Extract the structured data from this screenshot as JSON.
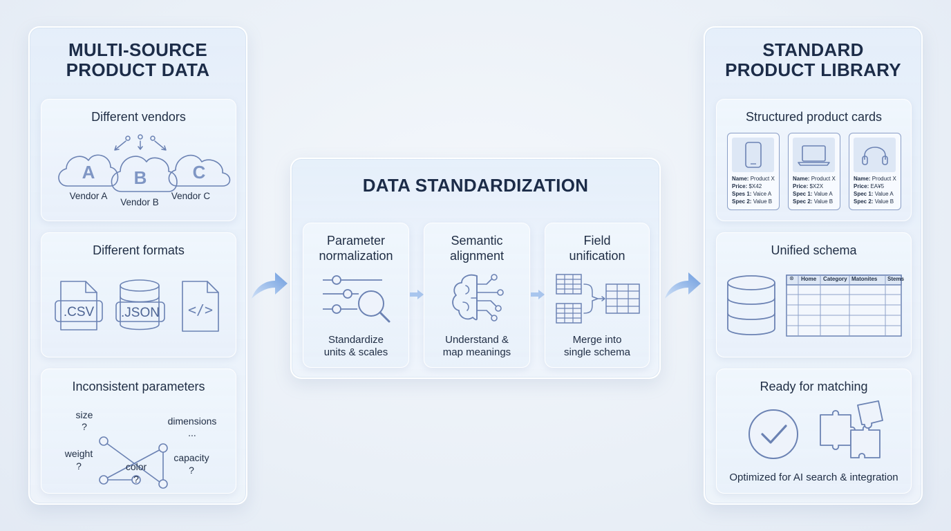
{
  "left": {
    "title": "MULTI-SOURCE\nPRODUCT DATA",
    "vendors": {
      "title": "Different vendors",
      "letters": [
        "A",
        "B",
        "C"
      ],
      "labels": [
        "Vendor A",
        "Vendor B",
        "Vendor C"
      ]
    },
    "formats": {
      "title": "Different formats",
      "csv": ".CSV",
      "json": ".JSON",
      "code": "</>"
    },
    "params": {
      "title": "Inconsistent parameters",
      "size": "size",
      "size_q": "?",
      "dimensions": "dimensions",
      "dimensions_dots": "...",
      "weight": "weight",
      "weight_q": "?",
      "color": "color",
      "color_q": "?",
      "capacity": "capacity",
      "capacity_q": "?"
    }
  },
  "center": {
    "title": "DATA STANDARDIZATION",
    "steps": [
      {
        "title": "Parameter\nnormalization",
        "caption": "Standardize\nunits & scales"
      },
      {
        "title": "Semantic\nalignment",
        "caption": "Understand &\nmap meanings"
      },
      {
        "title": "Field\nunification",
        "caption": "Merge into\nsingle schema"
      }
    ]
  },
  "right": {
    "title": "STANDARD\nPRODUCT LIBRARY",
    "cards": {
      "title": "Structured product cards",
      "items": [
        {
          "icon": "phone-icon",
          "name_k": "Name:",
          "name_v": "Product X",
          "price_k": "Price:",
          "price_v": "$X42",
          "s1_k": "Spes 1:",
          "s1_v": "Vaice A",
          "s2_k": "Spec 2:",
          "s2_v": "Value B"
        },
        {
          "icon": "laptop-icon",
          "name_k": "Name:",
          "name_v": "Product X",
          "price_k": "Price:",
          "price_v": "$X2X",
          "s1_k": "Spec 1:",
          "s1_v": "Value A",
          "s2_k": "Spec 2:",
          "s2_v": "Value B"
        },
        {
          "icon": "headphones-icon",
          "name_k": "Name:",
          "name_v": "Product X",
          "price_k": "Price:",
          "price_v": "EA¥5",
          "s1_k": "Spec 1:",
          "s1_v": "Value A",
          "s2_k": "Spec 2:",
          "s2_v": "Value B"
        }
      ]
    },
    "schema": {
      "title": "Unified schema",
      "headers": [
        "Home",
        "Category",
        "Matonites",
        "Stems"
      ],
      "first_header_symbol": "⊛"
    },
    "ready": {
      "title": "Ready for matching",
      "caption": "Optimized for AI search & integration"
    }
  }
}
